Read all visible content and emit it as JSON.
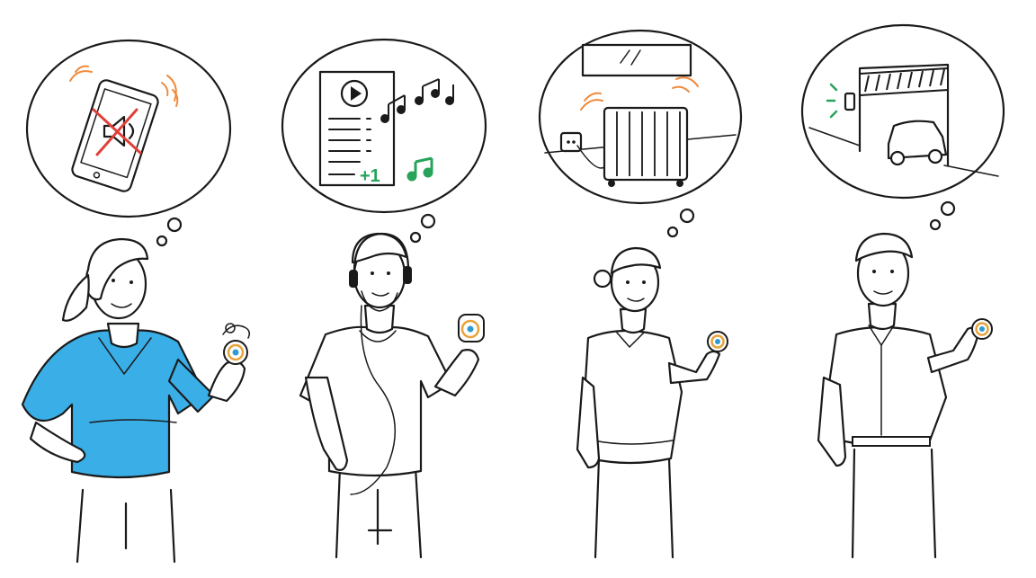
{
  "colors": {
    "ink": "#1a1a1a",
    "blue_shirt": "#3aaee6",
    "orange_vibration": "#f08a3c",
    "green_accent": "#27a35a",
    "red_cross": "#e0403a",
    "device_ring": "#e8a33a",
    "device_center": "#2f9bd2"
  },
  "panel1": {
    "person": "woman-blue-shirt",
    "thought": "phone-silent-mode",
    "icons": [
      "phone-icon",
      "speaker-muted-icon",
      "vibration-icon"
    ]
  },
  "panel2": {
    "person": "man-with-headphones",
    "thought": "music-playlist-next-track",
    "playlist_badge": "+1",
    "icons": [
      "play-icon",
      "music-notes-icon",
      "green-note-icon"
    ]
  },
  "panel3": {
    "person": "older-woman",
    "thought": "heater-turned-on",
    "icons": [
      "radiator-icon",
      "wall-socket-icon",
      "heat-waves-icon"
    ]
  },
  "panel4": {
    "person": "man-in-shirt",
    "thought": "garage-door-opening",
    "icons": [
      "garage-icon",
      "car-icon",
      "signal-light-icon"
    ]
  }
}
